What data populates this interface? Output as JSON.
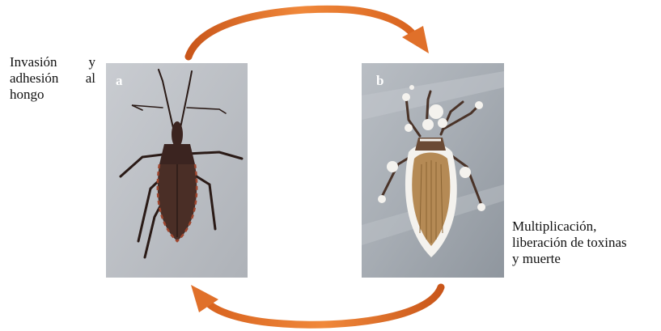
{
  "labels": {
    "left_caption_lines": [
      "Invasión y",
      "adhesión al",
      "hongo"
    ],
    "right_caption_lines": [
      "Multiplicación,",
      "liberación de toxinas",
      "y muerte"
    ]
  },
  "panels": [
    {
      "letter": "a",
      "subject": "healthy kissing bug (triatomine)"
    },
    {
      "letter": "b",
      "subject": "kissing bug covered in white fungal growth"
    }
  ],
  "colors": {
    "arrow_orange": "#e8782a",
    "arrow_dark": "#8a3a10",
    "fungus_white": "#f4f2ee",
    "bug_dark": "#3b2420",
    "bug_tan": "#b58a55"
  },
  "icons": {
    "top_arrow": "curved-arrow-right-icon",
    "bottom_arrow": "curved-arrow-left-icon"
  }
}
